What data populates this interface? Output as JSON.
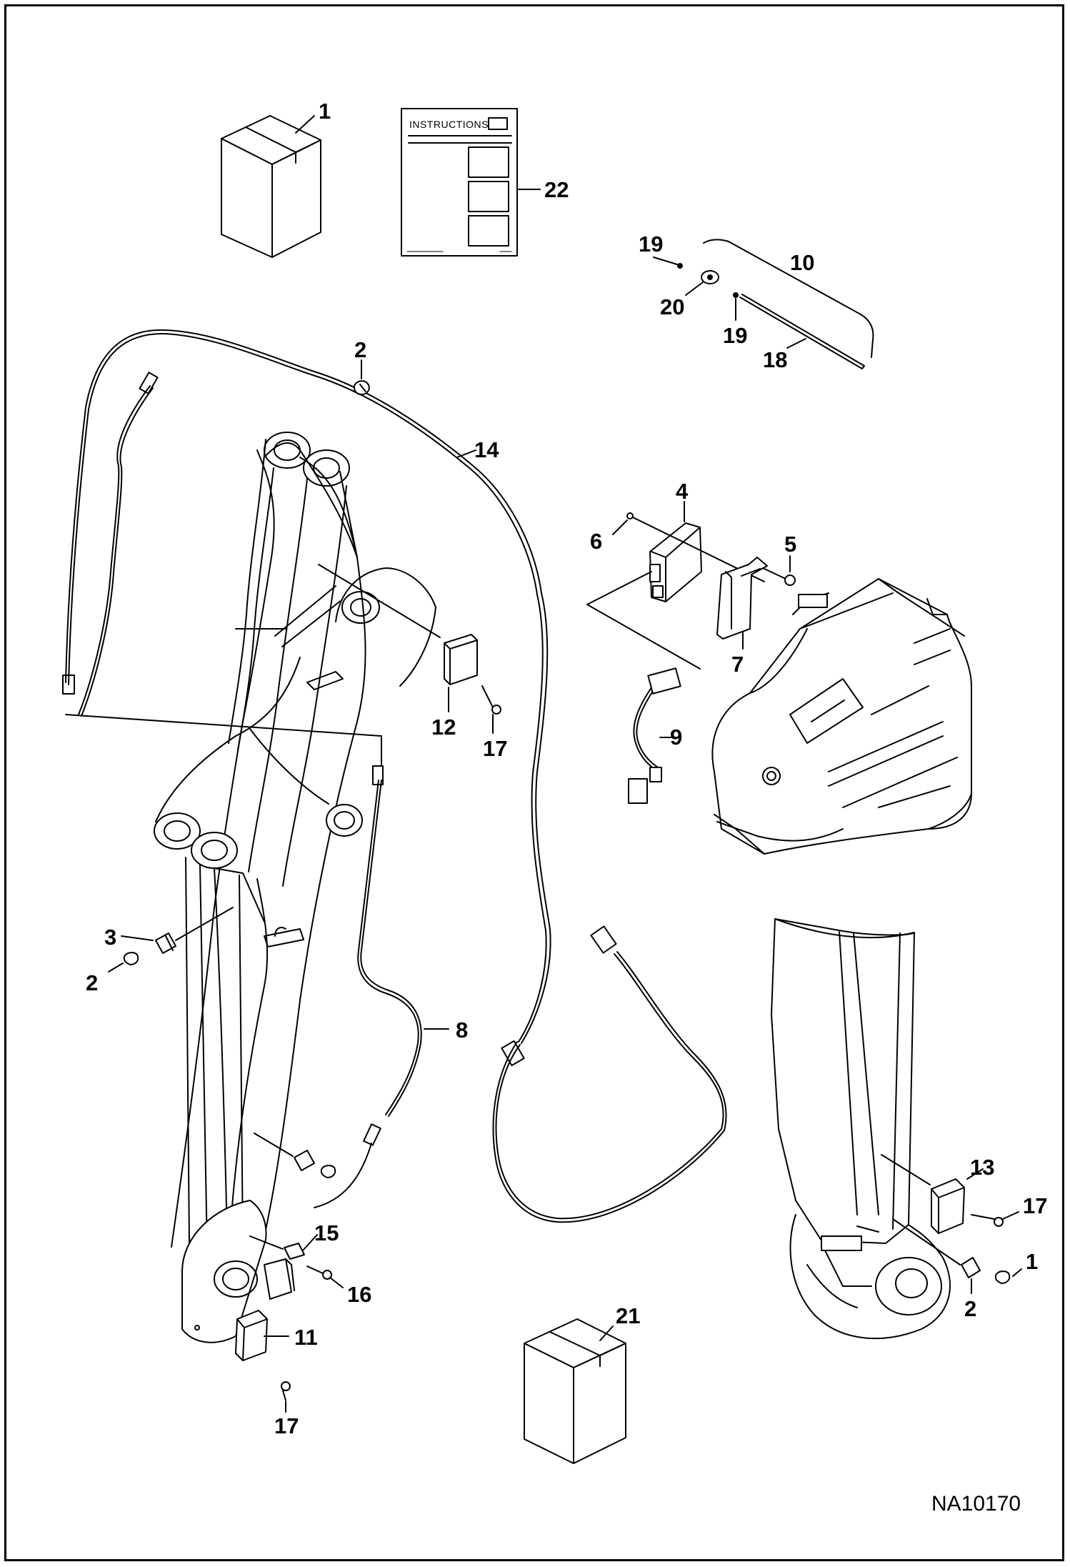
{
  "drawing": {
    "reference_code": "NA10170",
    "instructions_label": "INSTRUCTIONS"
  },
  "callouts": {
    "c1a": "1",
    "c1b": "1",
    "c2a": "2",
    "c2b": "2",
    "c2c": "2",
    "c3": "3",
    "c4": "4",
    "c5": "5",
    "c6": "6",
    "c7": "7",
    "c8": "8",
    "c9": "9",
    "c10": "10",
    "c11": "11",
    "c12": "12",
    "c13": "13",
    "c14": "14",
    "c15": "15",
    "c16": "16",
    "c17a": "17",
    "c17b": "17",
    "c17c": "17",
    "c18": "18",
    "c19a": "19",
    "c19b": "19",
    "c20": "20",
    "c21": "21",
    "c22": "22"
  },
  "colors": {
    "ink": "#000000",
    "paper": "#ffffff"
  }
}
